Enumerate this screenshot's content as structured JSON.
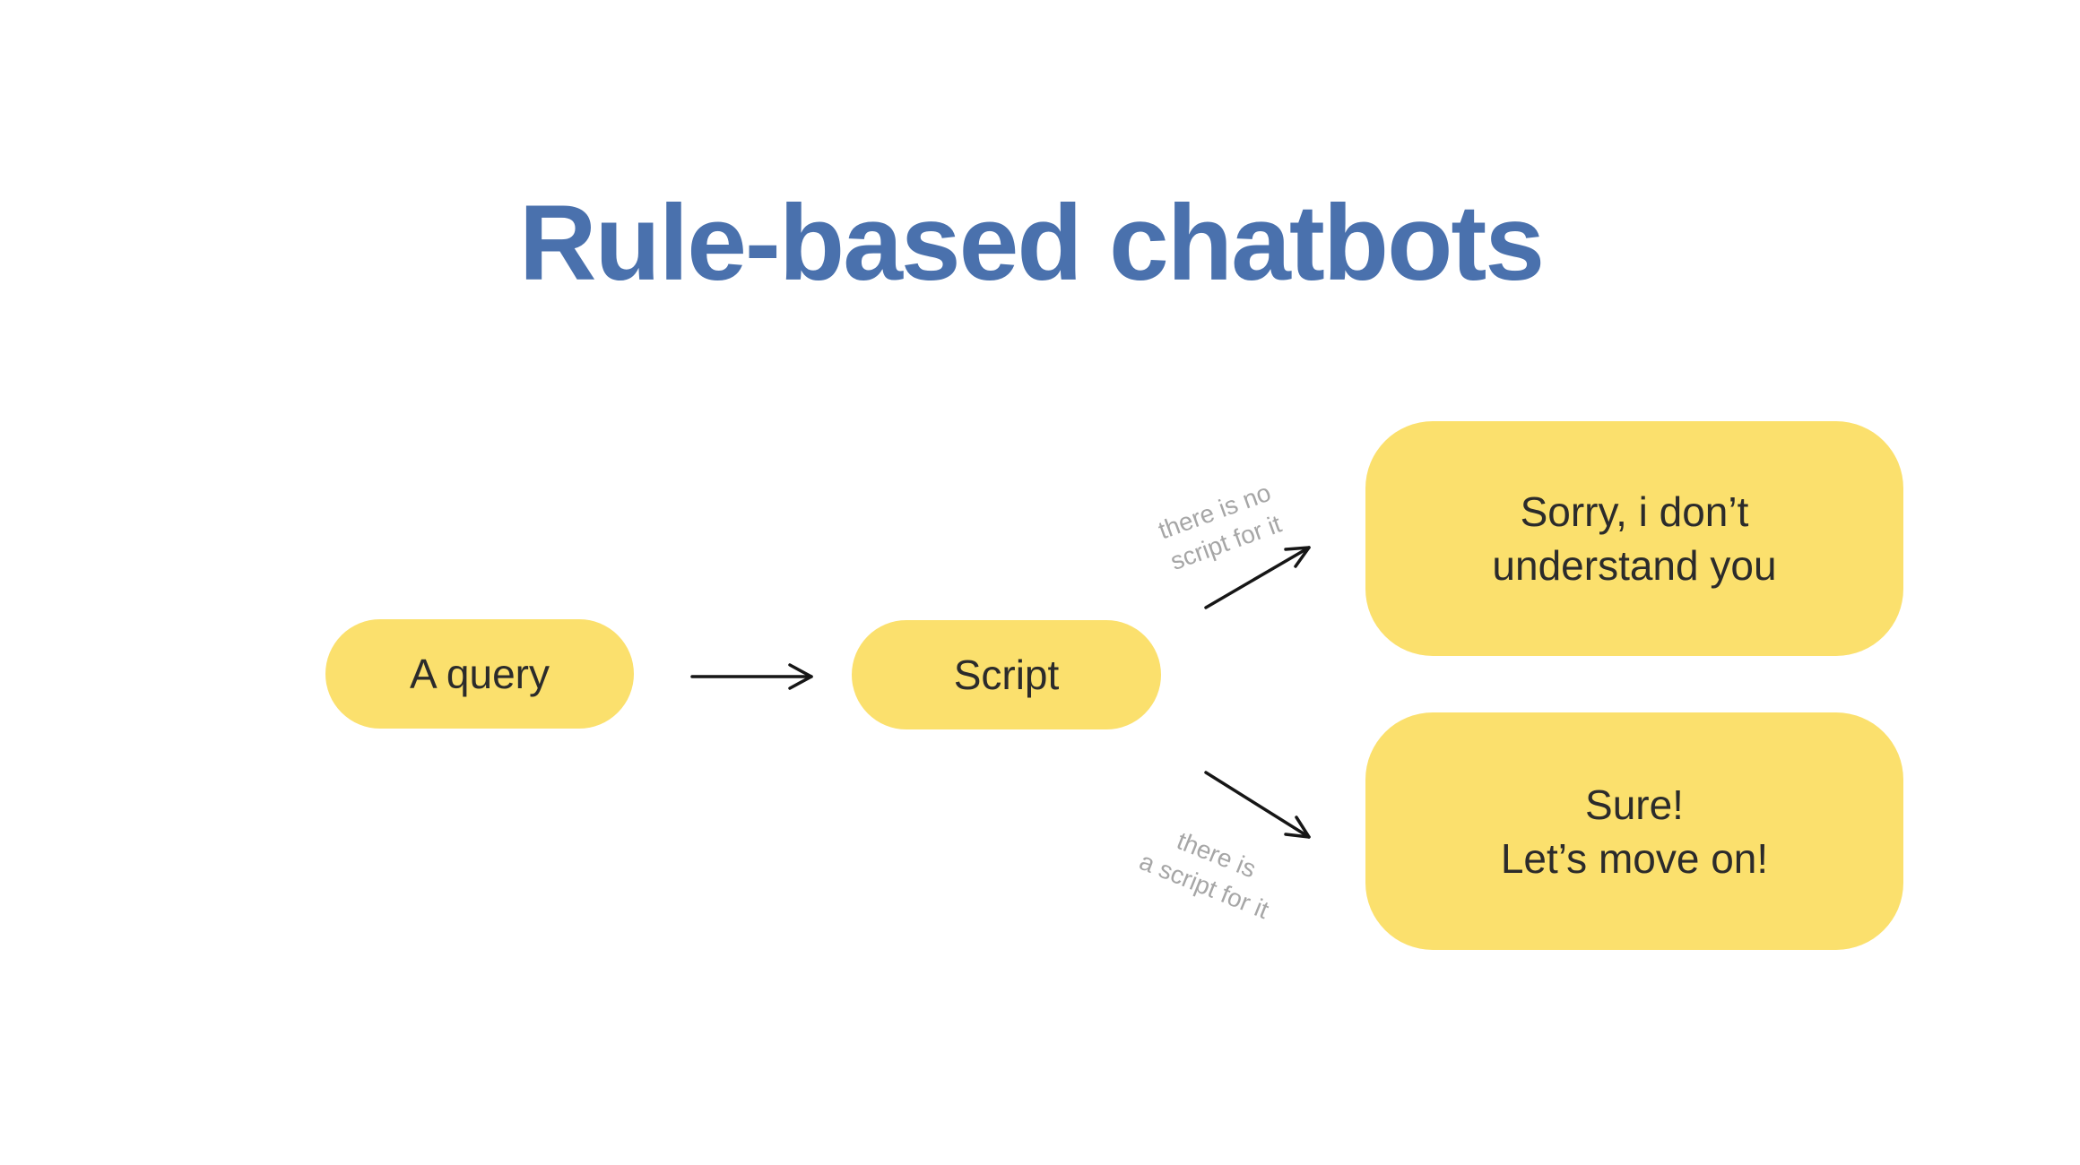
{
  "title": {
    "text": "Rule-based chatbots"
  },
  "nodes": {
    "query": {
      "label": "A query"
    },
    "script": {
      "label": "Script"
    },
    "no_script_result": {
      "line1": "Sorry, i don’t",
      "line2": "understand you"
    },
    "has_script_result": {
      "line1": "Sure!",
      "line2": "Let’s move on!"
    }
  },
  "edges": {
    "no_script": {
      "line1": "there is no",
      "line2": "script for it"
    },
    "has_script": {
      "line1": "there is",
      "line2": "a script for it"
    }
  },
  "colors": {
    "background": "#ffffff",
    "title_blue": "#4a71ad",
    "bubble_yellow": "#fbe06d",
    "text_dark": "#2b2b2b",
    "label_gray": "#a6a6a6",
    "arrow_black": "#161616"
  }
}
